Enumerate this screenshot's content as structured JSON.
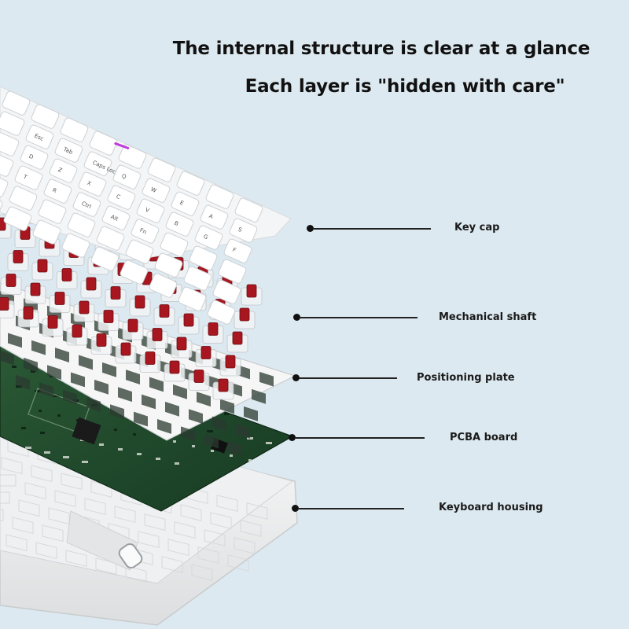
{
  "header": {
    "line1": "The internal structure is clear at a glance",
    "line2": "Each layer is \"hidden with care\""
  },
  "callouts": [
    {
      "id": "key-cap",
      "label": "Key cap"
    },
    {
      "id": "mechanical-shaft",
      "label": "Mechanical shaft"
    },
    {
      "id": "positioning-plate",
      "label": "Positioning plate"
    },
    {
      "id": "pcba-board",
      "label": "PCBA board"
    },
    {
      "id": "keyboard-housing",
      "label": "Keyboard housing"
    }
  ],
  "keycap_legends": [
    "Esc",
    "Tab",
    "Caps Lock",
    "Q",
    "W",
    "E",
    "A",
    "S",
    "D",
    "Z",
    "X",
    "C",
    "V",
    "B",
    "G",
    "F",
    "T",
    "R",
    "Ctrl",
    "Alt",
    "Fn"
  ],
  "colors": {
    "background": "#dde9f0",
    "housing": "#f2f3f4",
    "pcb": "#1f4a2c",
    "plate": "#f4f4f4",
    "switch_stem": "#b01c24",
    "keycap": "#ffffff"
  }
}
